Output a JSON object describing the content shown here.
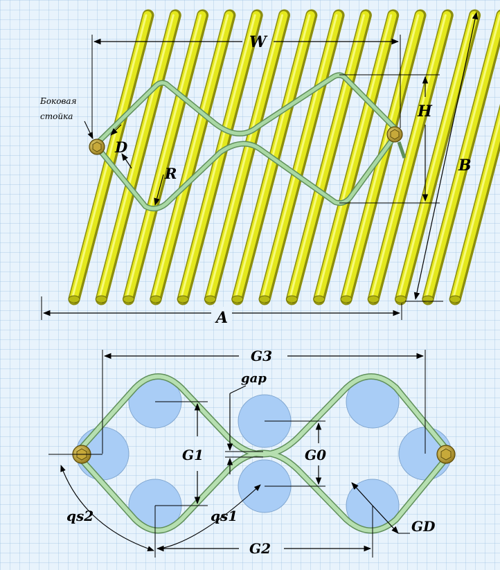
{
  "top_figure": {
    "side_post_label_line1": "Боковая",
    "side_post_label_line2": "стойка",
    "dim_W": "W",
    "dim_H": "H",
    "dim_D": "D",
    "dim_R": "R",
    "dim_B": "B",
    "dim_A": "A"
  },
  "bottom_figure": {
    "dim_G3": "G3",
    "dim_gap": "gap",
    "dim_G1": "G1",
    "dim_G0": "G0",
    "dim_qs2": "qs2",
    "dim_qs1": "qs1",
    "dim_GD": "GD",
    "dim_G2": "G2"
  },
  "colors": {
    "background": "#e8f3fc",
    "rods": "#e4e81c",
    "rod_shade": "#9a9c10",
    "strap": "#a9d8a4",
    "strap_edge": "#5f8f5a",
    "tube_circle": "#a9cdf6",
    "bolt": "#b89a2a"
  }
}
